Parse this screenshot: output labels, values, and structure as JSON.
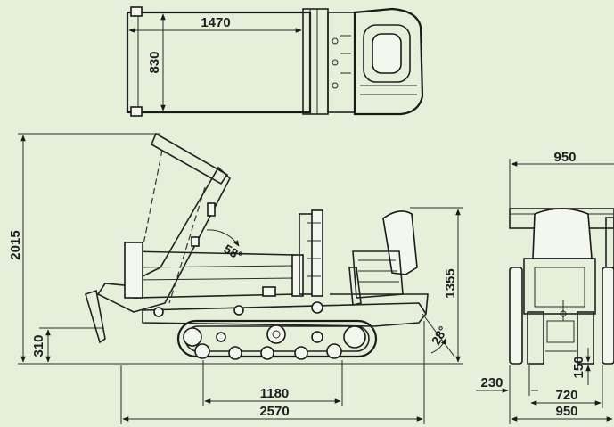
{
  "dimensions": {
    "top_length": "1470",
    "top_width": "830",
    "total_height": "2015",
    "dump_height": "310",
    "angle_dump": "58°",
    "angle_approach": "28°",
    "seat_height": "1355",
    "track_center": "1180",
    "total_length": "2570",
    "front_width_top": "950",
    "front_width_bottom": "950",
    "track_gauge": "720",
    "track_offset": "230",
    "ground_clearance": "150"
  },
  "colors": {
    "background": "#e6efd9",
    "line": "#1a1a1a"
  },
  "icons": [
    "arrow-head"
  ]
}
